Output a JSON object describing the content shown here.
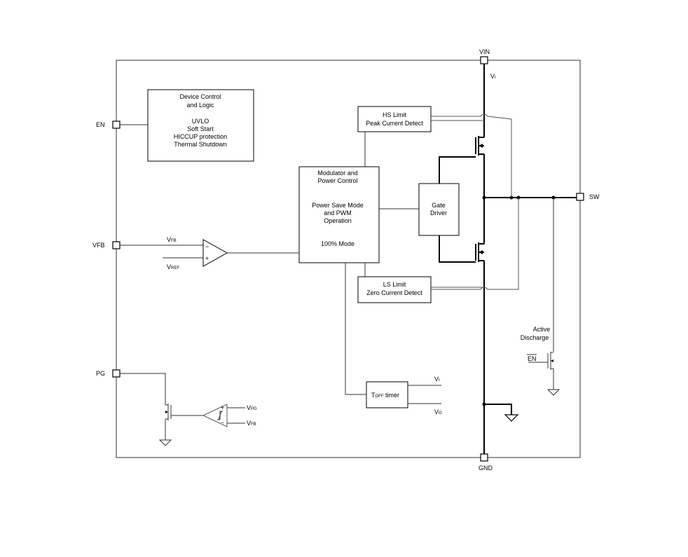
{
  "pins": {
    "vin": "VIN",
    "en": "EN",
    "vfb": "VFB",
    "pg": "PG",
    "sw": "SW",
    "gnd": "GND"
  },
  "blocks": {
    "device_control": {
      "line1": "Device Control",
      "line2": "and Logic",
      "line3": "UVLO",
      "line4": "Soft Start",
      "line5": "HICCUP protection",
      "line6": "Thermal Shutdown"
    },
    "hs_limit": {
      "line1": "HS Limit",
      "line2": "Peak Current Detect"
    },
    "ls_limit": {
      "line1": "LS Limit",
      "line2": "Zero Current Detect"
    },
    "modulator": {
      "line1": "Modulator and",
      "line2": "Power Control",
      "line3": "Power Save Mode",
      "line4": "and PWM",
      "line5": "Operation",
      "line6": "100% Mode"
    },
    "gate_driver": {
      "line1": "Gate",
      "line2": "Driver"
    },
    "toff_timer": {
      "main": "T",
      "sub": "OFF",
      "rest": " timer"
    }
  },
  "labels": {
    "vi_main": "V",
    "vi_sub": "I",
    "vfb_in_main": "V",
    "vfb_in_sub": "FB",
    "vref_main": "V",
    "vref_sub": "REF",
    "minus": "−",
    "plus": "+",
    "vpg_main": "V",
    "vpg_sub": "PG",
    "vfb2_main": "V",
    "vfb2_sub": "FB",
    "timer_vi_main": "V",
    "timer_vi_sub": "I",
    "timer_vo_main": "V",
    "timer_vo_sub": "O",
    "active_discharge_1": "Active",
    "active_discharge_2": "Discharge",
    "en_bar": "EN"
  }
}
